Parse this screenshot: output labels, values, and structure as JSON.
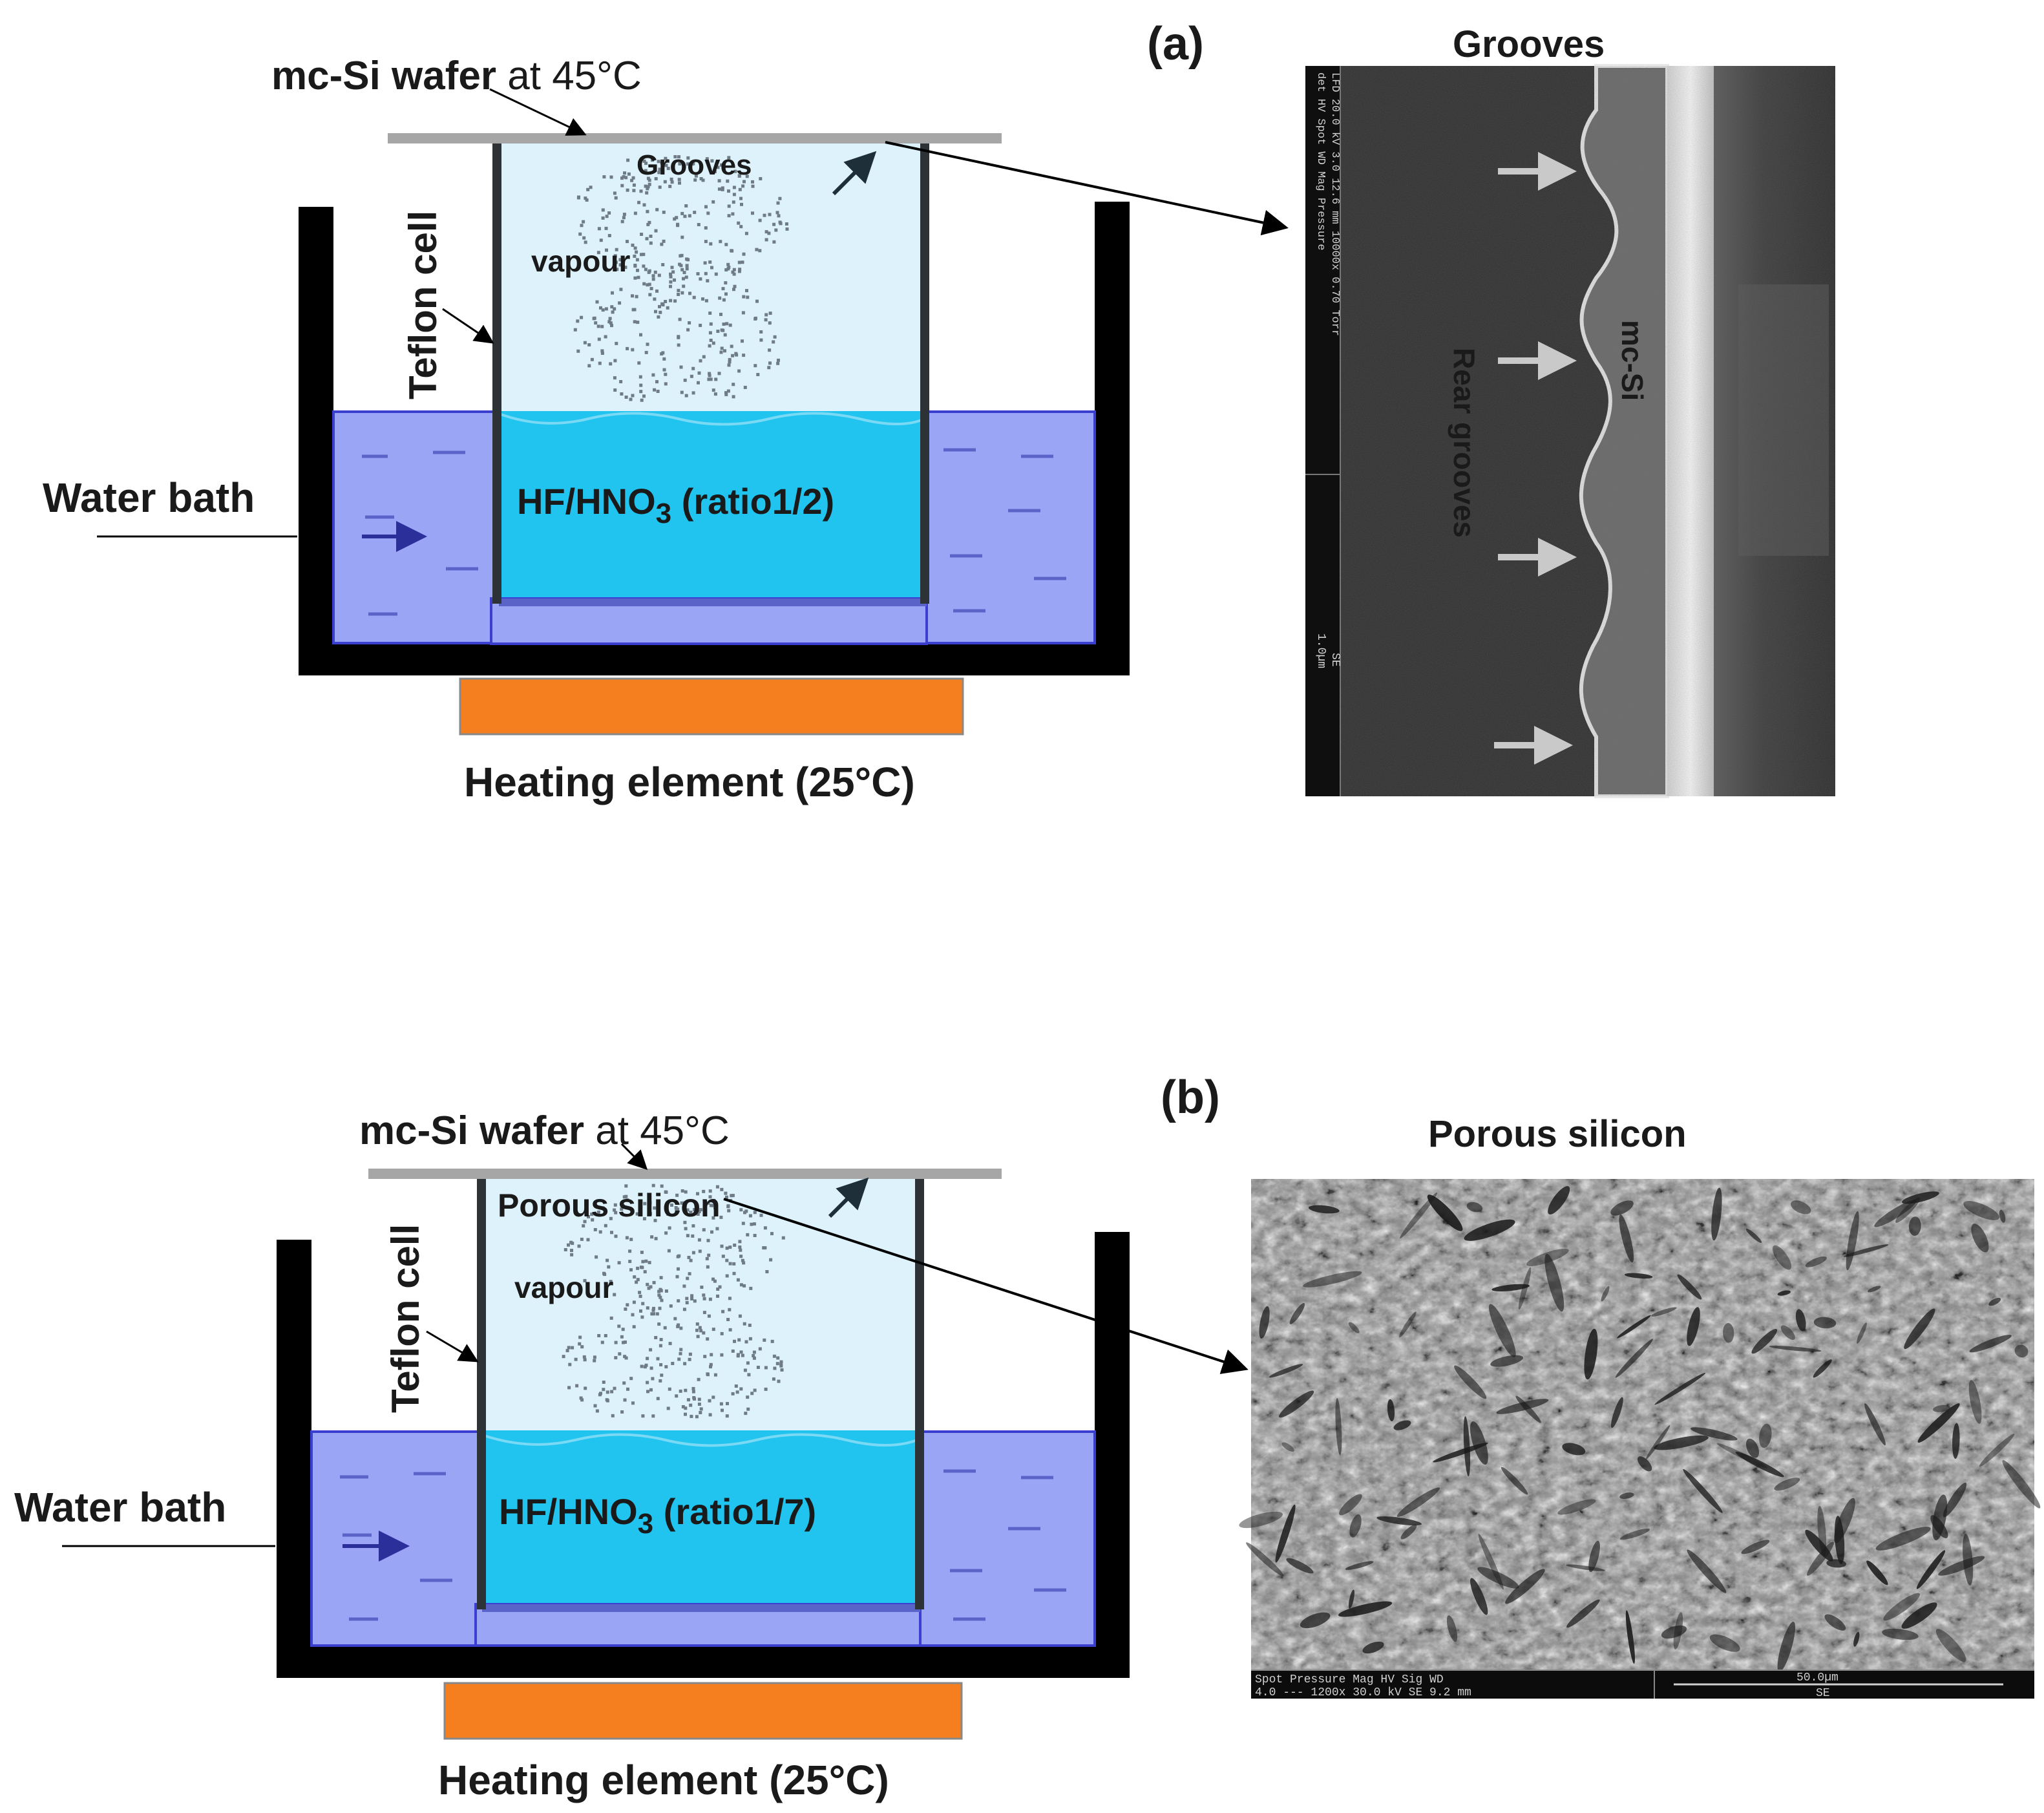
{
  "colors": {
    "frame": "#000000",
    "water_bath": "#9aa5f5",
    "water_bath_dash": "#5a63c8",
    "acid": "#20c4ef",
    "vapour_cell": "#ddf2fb",
    "heater": "#f57f1f",
    "wafer": "#a6a6a6",
    "teflon_wall": "#2c3236",
    "dots": "#6f7b85"
  },
  "panel_a": {
    "label": "(a)",
    "wafer_label_bold": "mc-Si wafer",
    "wafer_label_rest": " at 45°C",
    "teflon_label": "Teflon cell",
    "grooves_label": "Grooves",
    "vapour_label": "vapour",
    "bath_label": "Water bath",
    "acid_main": "HF/HNO",
    "acid_sub": "3",
    "acid_ratio": " (ratio1/2)",
    "heater_label": "Heating element (25°C)",
    "image_title": "Grooves",
    "sem_material": "mc-Si",
    "sem_feature": "Rear grooves",
    "sem_info_top": "det HV Spot WD Mag Pressure",
    "sem_info_vals": "LFD 20.0 kV 3.0 12.6 mm 10000x 0.70 Torr",
    "sem_scale": "1.0µm",
    "sem_mode": "SE"
  },
  "panel_b": {
    "label": "(b)",
    "wafer_label_bold": "mc-Si wafer",
    "wafer_label_rest": " at 45°C",
    "teflon_label": "Teflon cell",
    "grooves_label": "Porous silicon",
    "vapour_label": "vapour",
    "bath_label": "Water bath",
    "acid_main": "HF/HNO",
    "acid_sub": "3",
    "acid_ratio": " (ratio1/7)",
    "heater_label": "Heating element (25°C)",
    "image_title": "Porous silicon",
    "sem_info_top": "Spot Pressure  Mag    HV    Sig   WD",
    "sem_info_vals": "4.0    ---   1200x 30.0 kV SE 9.2 mm",
    "sem_scale": "50.0µm",
    "sem_mode": "SE"
  }
}
